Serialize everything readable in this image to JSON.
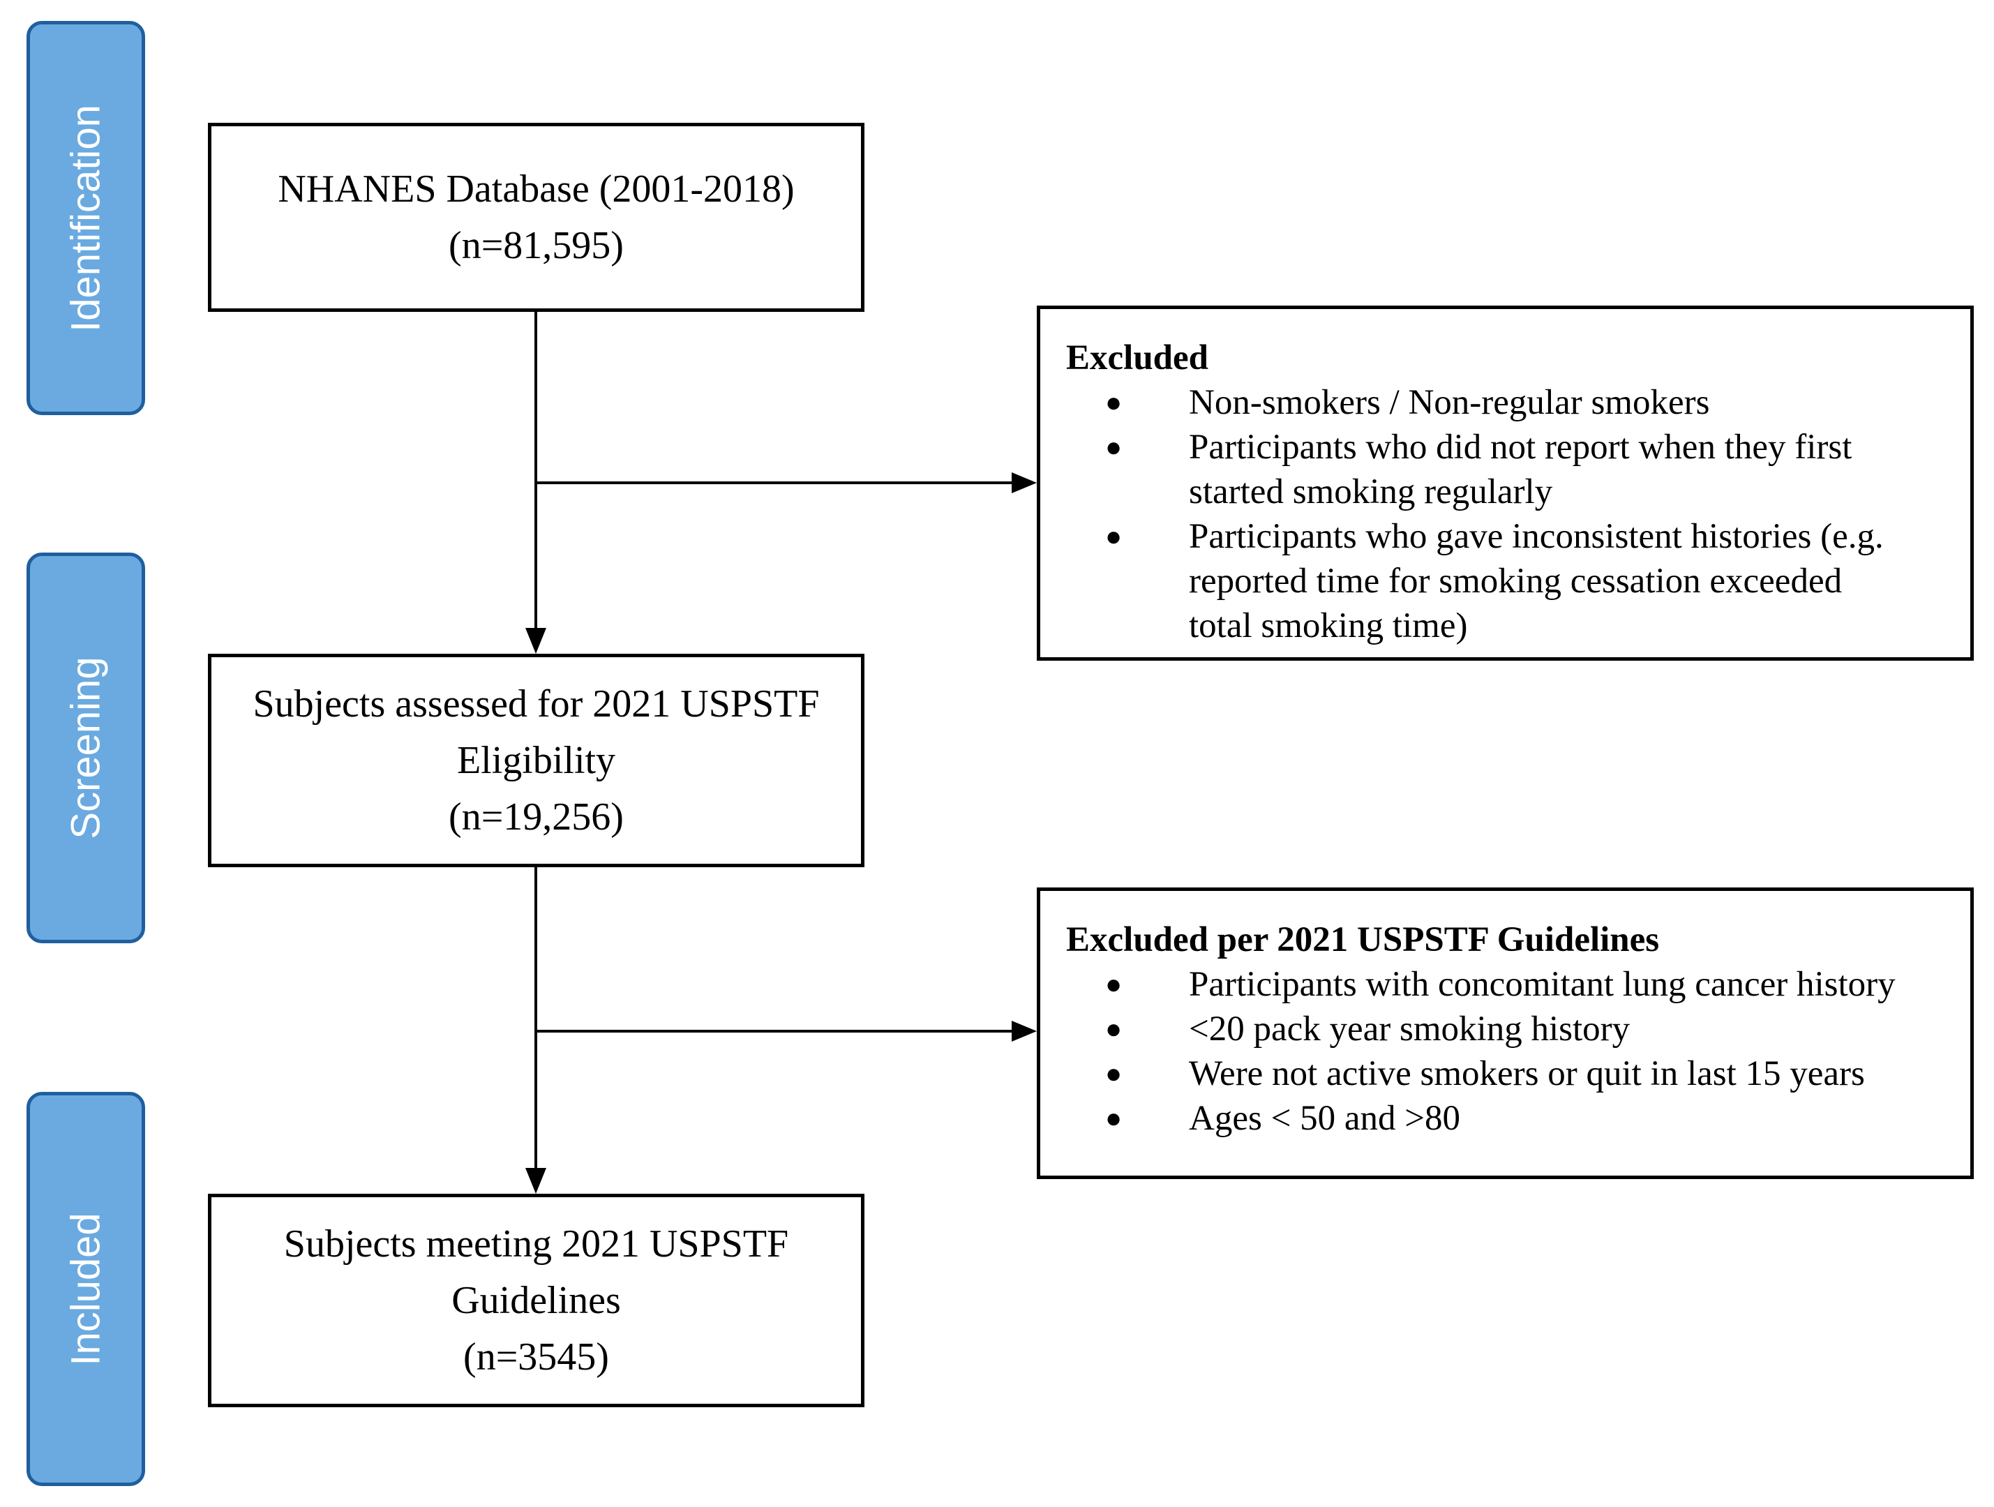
{
  "stages": {
    "identification": "Identification",
    "screening": "Screening",
    "included": "Included"
  },
  "boxes": {
    "database": {
      "lines": [
        "NHANES Database (2001-2018)",
        "(n=81,595)"
      ]
    },
    "assessed": {
      "lines": [
        "Subjects assessed for 2021 USPSTF",
        "Eligibility",
        "(n=19,256)"
      ]
    },
    "meeting": {
      "lines": [
        "Subjects meeting 2021 USPSTF",
        "Guidelines",
        "(n=3545)"
      ]
    }
  },
  "exclusions": {
    "first": {
      "title": "Excluded",
      "items": [
        [
          "Non-smokers / Non-regular smokers"
        ],
        [
          "Participants who did not report when they first",
          "started smoking regularly"
        ],
        [
          "Participants who gave inconsistent histories (e.g.",
          "reported time for smoking cessation exceeded",
          "total smoking time)"
        ]
      ]
    },
    "second": {
      "title": "Excluded per 2021 USPSTF Guidelines",
      "items": [
        [
          "Participants with concomitant lung cancer history"
        ],
        [
          "<20 pack year smoking history"
        ],
        [
          "Were not active smokers or quit in last 15 years"
        ],
        [
          "Ages < 50 and >80"
        ]
      ]
    }
  }
}
